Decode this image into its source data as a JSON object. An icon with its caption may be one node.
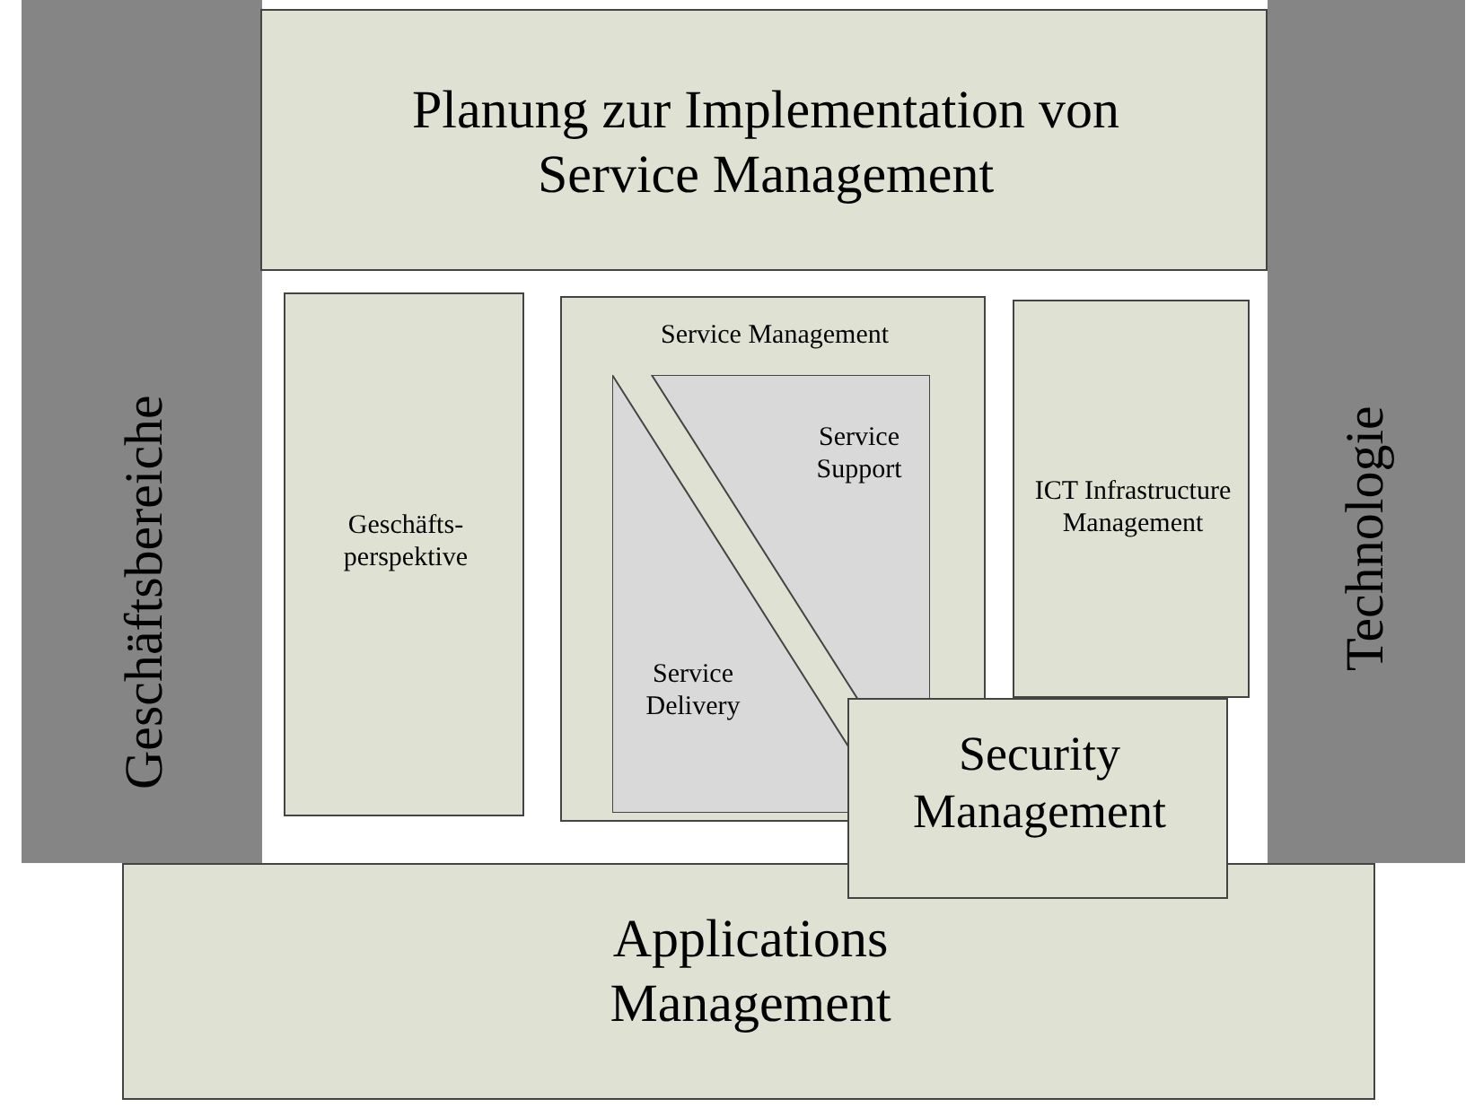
{
  "diagram": {
    "nodes": [
      {
        "text": [
          "Geschäftsbereiche"
        ]
      },
      {
        "text": [
          "Technologie"
        ]
      },
      {
        "text": [
          "Planung zur Implementation von Service Management"
        ]
      },
      {
        "text": [
          "Geschäfts- perspektive"
        ]
      },
      {
        "text": [
          "Service Management"
        ]
      },
      {
        "text": [
          "Service Support"
        ],
        "in": 4
      },
      {
        "text": [
          "Service Delivery"
        ],
        "in": 4
      },
      {
        "text": [
          "ICT Infrastructure Management"
        ]
      },
      {
        "text": [
          "Security Management"
        ]
      },
      {
        "text": [
          "Applications Management"
        ]
      }
    ]
  }
}
